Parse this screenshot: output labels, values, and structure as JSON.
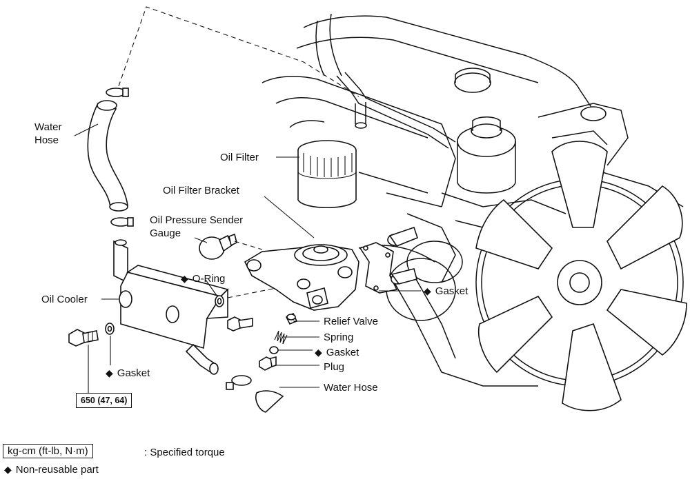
{
  "labels": {
    "water_hose_top": "Water Hose",
    "oil_filter": "Oil Filter",
    "oil_filter_bracket": "Oil Filter Bracket",
    "oil_pressure_sender_gauge_1": "Oil Pressure Sender",
    "oil_pressure_sender_gauge_2": "Gauge",
    "o_ring": "O-Ring",
    "oil_cooler": "Oil Cooler",
    "gasket_right": "Gasket",
    "relief_valve": "Relief Valve",
    "spring": "Spring",
    "gasket_mid": "Gasket",
    "plug": "Plug",
    "gasket_left": "Gasket",
    "water_hose_bottom": "Water Hose",
    "torque_value": "650 (47, 64)"
  },
  "water_hose_top_lines": [
    "Water",
    "Hose"
  ],
  "legend": {
    "torque_box": "kg-cm (ft-lb, N·m)",
    "torque_text": ": Specified torque",
    "nonreusable_symbol": "◆",
    "nonreusable_text": "Non-reusable part"
  },
  "symbols": {
    "diamond": "◆"
  }
}
